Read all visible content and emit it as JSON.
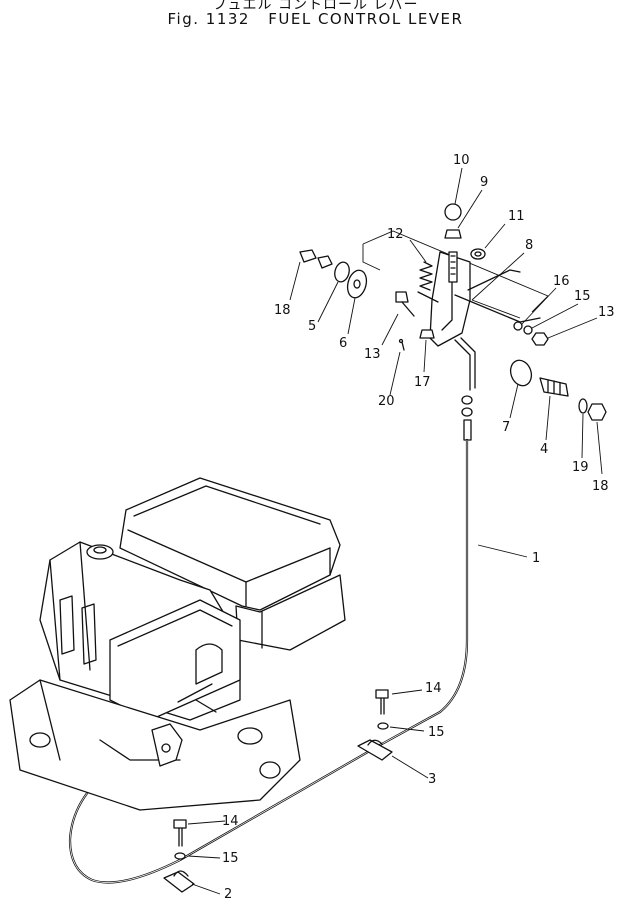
{
  "figure": {
    "title_jp": "フュエル コントロール レバー",
    "number": "Fig. 1132",
    "title": "FUEL CONTROL LEVER"
  },
  "callouts": [
    {
      "id": "c10",
      "text": "10"
    },
    {
      "id": "c9",
      "text": "9"
    },
    {
      "id": "c11",
      "text": "11"
    },
    {
      "id": "c12",
      "text": "12"
    },
    {
      "id": "c8",
      "text": "8"
    },
    {
      "id": "c16",
      "text": "16"
    },
    {
      "id": "c15a",
      "text": "15"
    },
    {
      "id": "c13a",
      "text": "13"
    },
    {
      "id": "c18a",
      "text": "18"
    },
    {
      "id": "c5",
      "text": "5"
    },
    {
      "id": "c6",
      "text": "6"
    },
    {
      "id": "c13b",
      "text": "13"
    },
    {
      "id": "c17",
      "text": "17"
    },
    {
      "id": "c20",
      "text": "20"
    },
    {
      "id": "c7",
      "text": "7"
    },
    {
      "id": "c4",
      "text": "4"
    },
    {
      "id": "c19",
      "text": "19"
    },
    {
      "id": "c18b",
      "text": "18"
    },
    {
      "id": "c1",
      "text": "1"
    },
    {
      "id": "c14a",
      "text": "14"
    },
    {
      "id": "c15b",
      "text": "15"
    },
    {
      "id": "c3",
      "text": "3"
    },
    {
      "id": "c14b",
      "text": "14"
    },
    {
      "id": "c15c",
      "text": "15"
    },
    {
      "id": "c2",
      "text": "2"
    }
  ]
}
